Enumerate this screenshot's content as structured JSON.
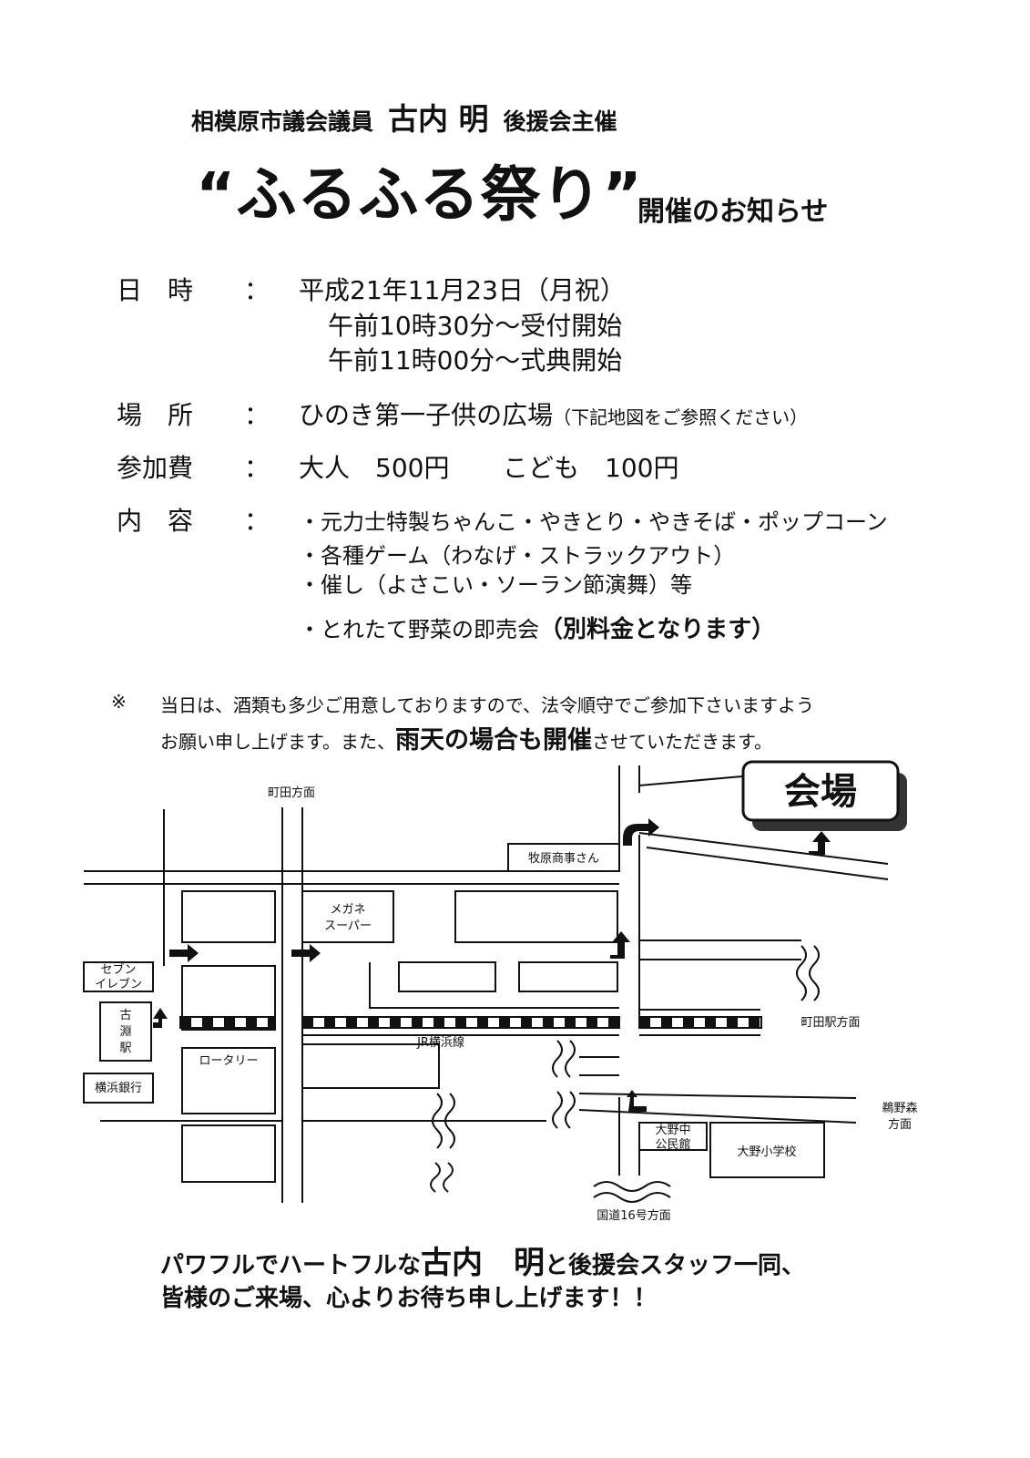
{
  "header": {
    "organizer_pre": "相模原市議会議員",
    "organizer_name": "古内 明",
    "organizer_post": "後援会主催",
    "title": "“ふるふる祭り”",
    "title_suffix": "開催のお知らせ"
  },
  "details": {
    "date_label": "日　時",
    "date_line1": "平成21年11月23日（月祝）",
    "date_line2": "午前10時30分～受付開始",
    "date_line3": "午前11時00分～式典開始",
    "place_label": "場　所",
    "place_value": "ひのき第一子供の広場",
    "place_note": "（下記地図をご参照ください）",
    "fee_label": "参加費",
    "fee_adult": "大人　500円",
    "fee_child": "こども　100円",
    "content_label": "内　容",
    "content_items": [
      "・元力士特製ちゃんこ・やきとり・やきそば・ポップコーン",
      "・各種ゲーム（わなげ・ストラックアウト）",
      "・催し（よさこい・ソーラン節演舞）等"
    ],
    "content_extra": "・とれたて野菜の即売会",
    "content_extra_em": "（別料金となります）",
    "colon": "："
  },
  "notice": {
    "mark": "※",
    "line1": "当日は、酒類も多少ご用意しておりますので、法令順守でご参加下さいますよう",
    "line2_pre": "お願い申し上げます。また、",
    "line2_em": "雨天の場合も開催",
    "line2_post": "させていただきます。"
  },
  "map": {
    "venue": "会場",
    "machida_direction": "町田方面",
    "makihara": "牧原商事さん",
    "megane": [
      "メガネ",
      "スーパー"
    ],
    "seven": [
      "セブン",
      "イレブン"
    ],
    "station": [
      "古",
      "淵",
      "駅"
    ],
    "bank": "横浜銀行",
    "rotary": "ロータリー",
    "jr_line": "JR横浜線",
    "machida_station_direction": "町田駅方面",
    "unonomori": [
      "鵜野森",
      "方面"
    ],
    "ono_kominkan": [
      "大野中",
      "公民館"
    ],
    "ono_school": "大野小学校",
    "route16": "国道16号方面"
  },
  "footer": {
    "line1_pre": "パワフルでハートフルな",
    "line1_name": "古内　明",
    "line1_post": "と後援会スタッフ一同、",
    "line2": "皆様のご来場、心よりお待ち申し上げます！！"
  }
}
